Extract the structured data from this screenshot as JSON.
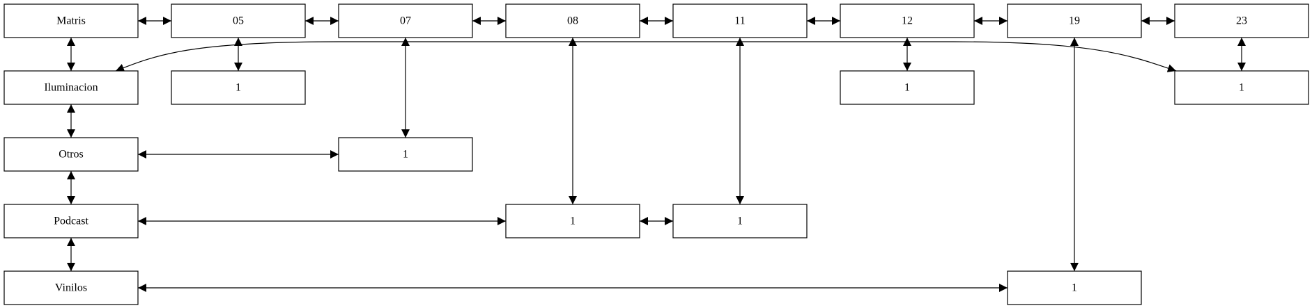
{
  "diagram": {
    "nodes": [
      {
        "id": "matris",
        "label": "Matris"
      },
      {
        "id": "n05",
        "label": "05"
      },
      {
        "id": "n07",
        "label": "07"
      },
      {
        "id": "n08",
        "label": "08"
      },
      {
        "id": "n11",
        "label": "11"
      },
      {
        "id": "n12",
        "label": "12"
      },
      {
        "id": "n19",
        "label": "19"
      },
      {
        "id": "n23",
        "label": "23"
      },
      {
        "id": "iluminacion",
        "label": "Iluminacion"
      },
      {
        "id": "ilu05",
        "label": "1"
      },
      {
        "id": "ilu12",
        "label": "1"
      },
      {
        "id": "ilu23",
        "label": "1"
      },
      {
        "id": "otros",
        "label": "Otros"
      },
      {
        "id": "otr07",
        "label": "1"
      },
      {
        "id": "podcast",
        "label": "Podcast"
      },
      {
        "id": "pod08",
        "label": "1"
      },
      {
        "id": "pod11",
        "label": "1"
      },
      {
        "id": "vinilos",
        "label": "Vinilos"
      },
      {
        "id": "vin19",
        "label": "1"
      }
    ],
    "edges": [
      {
        "from": "matris",
        "to": "n05"
      },
      {
        "from": "n05",
        "to": "n07"
      },
      {
        "from": "n07",
        "to": "n08"
      },
      {
        "from": "n08",
        "to": "n11"
      },
      {
        "from": "n11",
        "to": "n12"
      },
      {
        "from": "n12",
        "to": "n19"
      },
      {
        "from": "n19",
        "to": "n23"
      },
      {
        "from": "matris",
        "to": "iluminacion"
      },
      {
        "from": "iluminacion",
        "to": "otros"
      },
      {
        "from": "otros",
        "to": "podcast"
      },
      {
        "from": "podcast",
        "to": "vinilos"
      },
      {
        "from": "n05",
        "to": "ilu05"
      },
      {
        "from": "n12",
        "to": "ilu12"
      },
      {
        "from": "n23",
        "to": "ilu23"
      },
      {
        "from": "iluminacion",
        "to": "ilu23"
      },
      {
        "from": "n07",
        "to": "otr07"
      },
      {
        "from": "otros",
        "to": "otr07"
      },
      {
        "from": "n08",
        "to": "pod08"
      },
      {
        "from": "n11",
        "to": "pod11"
      },
      {
        "from": "podcast",
        "to": "pod08"
      },
      {
        "from": "pod08",
        "to": "pod11"
      },
      {
        "from": "n19",
        "to": "vin19"
      },
      {
        "from": "vinilos",
        "to": "vin19"
      }
    ]
  }
}
